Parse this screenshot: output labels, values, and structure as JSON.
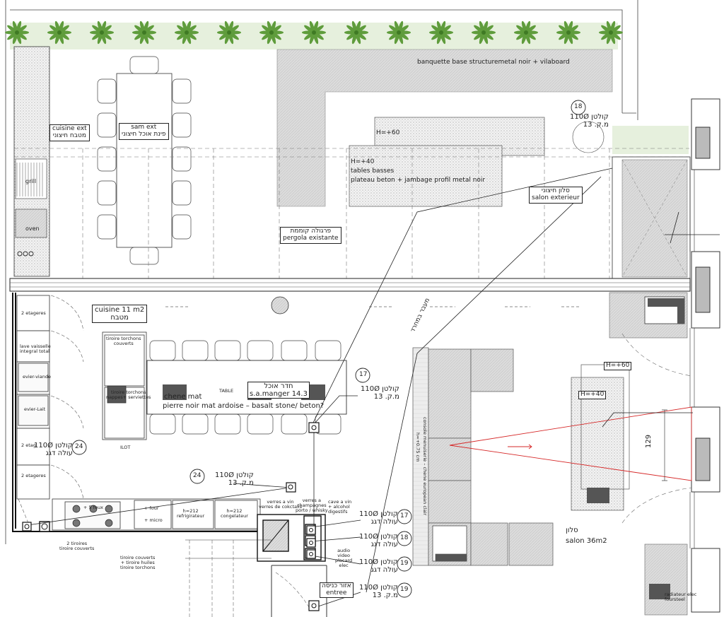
{
  "exterior": {
    "banquette": "banquette base structuremetal noir + vilaboard",
    "cuisine_ext": "cuisine ext",
    "cuisine_ext_he": "מטבח חיצוני",
    "sam_ext": "sam ext",
    "sam_ext_he": "פינת אוכל חיצוני",
    "grill": "grill",
    "oven": "oven",
    "h60": "H=+60",
    "h40": "H=+40",
    "tables_basses": "tables basses",
    "plateau": "plateau beton + jambage profil metal noir",
    "pergola_he": "פרגולה קוממת",
    "pergola": "pergola existante",
    "salon_ext_he": "סלון חיצוני",
    "salon_ext": "salon exterieur"
  },
  "kitchen": {
    "title": "cuisine 11 m2",
    "title_he": "מטבח",
    "etageres_top": "2 etageres",
    "lave_vaisselle": "lave vaisselle\nintegral total",
    "evier_viande": "evier-viande",
    "evier_lait": "evier-Lait",
    "etageres_mid": "2 etag",
    "etageres_bot": "2 etageres",
    "tiroire_couverts": "tiroire torchons\ncouverts",
    "tiroire_nappes": "tiroire torchons\nnappes+ serviettes",
    "ilot": "ILOT",
    "feux": "+ 5 feux",
    "four": "+ four",
    "micro": "+ micro",
    "refrigerateur": "h=212\nrefrigirateur",
    "congelateur": "h=212\ncongelateur",
    "verres_vin": "verres a vin\nverres de cokctails",
    "verres_champ": "verres a\nchampagnes\nporto / whisky",
    "cave": "cave a vin\n+ alcohol\ndigestifs",
    "tiroires_bottom": "2 tiroires\ntiroire couverts",
    "tiroires_bottom2": "tiroire couverts\n+ tiroire huiles\ntiroire torchons",
    "audio": "audio\nvideo\nplacard\nelec"
  },
  "dining": {
    "label_he": "חדר אוכל",
    "label": "s.a.manger 14.3",
    "table": "TABLE",
    "chene": "chene mat",
    "pierre": "pierre noir mat ardoise – basalt stone/ beton?"
  },
  "living": {
    "passage_he": "מעבר במחרד",
    "console": "console menuiserie – chene european clair",
    "h075": "h=+0.75 cm",
    "salon_he": "סלון",
    "salon": "salon 36m2",
    "h60": "H=+60",
    "h40": "H=+40",
    "dim129": "129",
    "radiateur": "radiateur elec\nfoursteel",
    "entree_he": "אזור כניסה",
    "entree": "entree"
  },
  "tags": {
    "t17": "17",
    "t18": "18",
    "t19": "19",
    "t24": "24",
    "kolton": "קולטן",
    "d110": "110Ø",
    "mag13": "מ.ק. 13",
    "up": "עולה דגג"
  }
}
